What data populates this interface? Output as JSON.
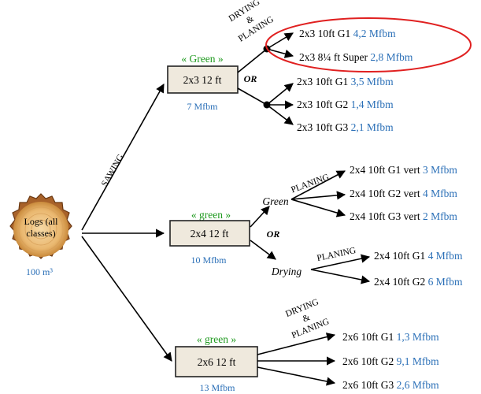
{
  "log": {
    "label_line1": "Logs (all",
    "label_line2": "classes)",
    "volume": "100 m³"
  },
  "sawing_label": "SAWING",
  "or_label": "OR",
  "branches": {
    "top": {
      "state": "« Green »",
      "product": "2x3 12 ft",
      "volume": "7 Mfbm",
      "step_drying": "DRYING",
      "step_and": "&",
      "step_planing": "PLANING",
      "highlighted": [
        {
          "name": "2x3 10ft G1",
          "value": "4,2 Mfbm"
        },
        {
          "name": "2x3 8¼ ft Super",
          "value": "2,8 Mfbm"
        }
      ],
      "outputs": [
        {
          "name": "2x3 10ft G1",
          "value": "3,5 Mfbm"
        },
        {
          "name": "2x3 10ft G2",
          "value": "1,4 Mfbm"
        },
        {
          "name": "2x3 10ft G3",
          "value": "2,1 Mfbm"
        }
      ]
    },
    "middle": {
      "state": "« green »",
      "product": "2x4 12 ft",
      "volume": "10 Mfbm",
      "green_label": "Green",
      "drying_label": "Drying",
      "step_planing_a": "PLANING",
      "step_planing_b": "PLANING",
      "green_outputs": [
        {
          "name": "2x4 10ft G1 vert",
          "value": "3 Mfbm"
        },
        {
          "name": "2x4 10ft G2 vert",
          "value": "4 Mfbm"
        },
        {
          "name": "2x4 10ft G3 vert",
          "value": "2 Mfbm"
        }
      ],
      "dried_outputs": [
        {
          "name": "2x4 10ft G1",
          "value": "4 Mfbm"
        },
        {
          "name": "2x4 10ft G2",
          "value": "6 Mfbm"
        }
      ]
    },
    "bottom": {
      "state": "« green »",
      "product": "2x6 12 ft",
      "volume": "13 Mfbm",
      "step_drying": "DRYING",
      "step_and": "&",
      "step_planing": "PLANING",
      "outputs": [
        {
          "name": "2x6 10ft G1",
          "value": "1,3 Mfbm"
        },
        {
          "name": "2x6 10ft G2",
          "value": "9,1 Mfbm"
        },
        {
          "name": "2x6 10ft G3",
          "value": "2,6 Mfbm"
        }
      ]
    }
  },
  "colors": {
    "value_blue": "#2a6fb7",
    "state_green": "#1f9a1f",
    "highlight_red": "#e02020",
    "box_fill": "#efe9dd"
  }
}
